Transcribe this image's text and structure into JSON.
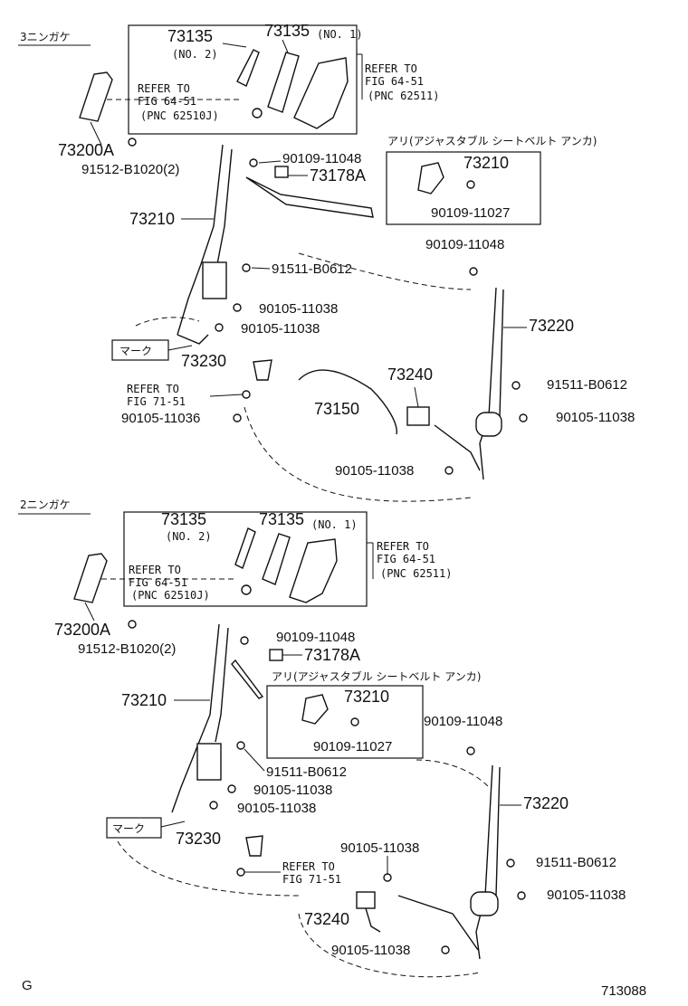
{
  "sections": {
    "row3": "3ニンガケ",
    "row2": "2ニンガケ"
  },
  "adjustable_note": "アリ(アジャスタブル シートベルト アンカ)",
  "mark": "マーク",
  "refer_fig_64": "REFER TO\nFIG 64-51",
  "pnc_62510j": "(PNC 62510J)",
  "pnc_62511": "(PNC 62511)",
  "refer_fig_71": "REFER TO\nFIG 71-51",
  "parts": {
    "p73135": "73135",
    "no1": "(NO. 1)",
    "no2": "(NO. 2)",
    "p73200A": "73200A",
    "p91512": "91512-B1020(2)",
    "p90109_11048": "90109-11048",
    "p73178A": "73178A",
    "p73210": "73210",
    "p90109_11027": "90109-11027",
    "p91511": "91511-B0612",
    "p90105_11038": "90105-11038",
    "p73230": "73230",
    "p90105_11036": "90105-11036",
    "p73150": "73150",
    "p73240": "73240",
    "p73220": "73220"
  },
  "footer": {
    "left": "G",
    "right": "713088"
  }
}
